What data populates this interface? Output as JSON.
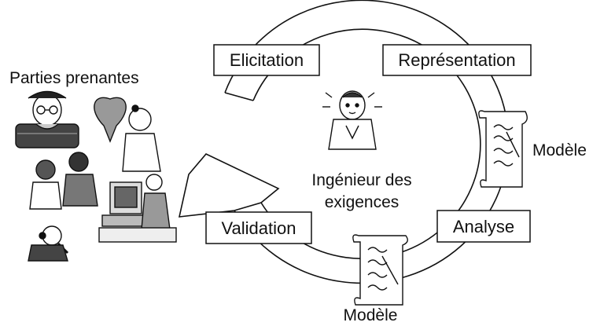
{
  "stakeholders": {
    "label": "Parties prenantes",
    "illustration": "stakeholders-clipart"
  },
  "engineer": {
    "label_line1": "Ingénieur des",
    "label_line2": "exigences",
    "illustration": "thinking-person-icon"
  },
  "steps": {
    "elicitation": "Elicitation",
    "representation": "Représentation",
    "analysis": "Analyse",
    "validation": "Validation"
  },
  "artifacts": {
    "model_right": "Modèle",
    "model_bottom": "Modèle",
    "icon": "scroll-document-icon"
  },
  "colors": {
    "stroke": "#111111",
    "fill": "#ffffff"
  }
}
